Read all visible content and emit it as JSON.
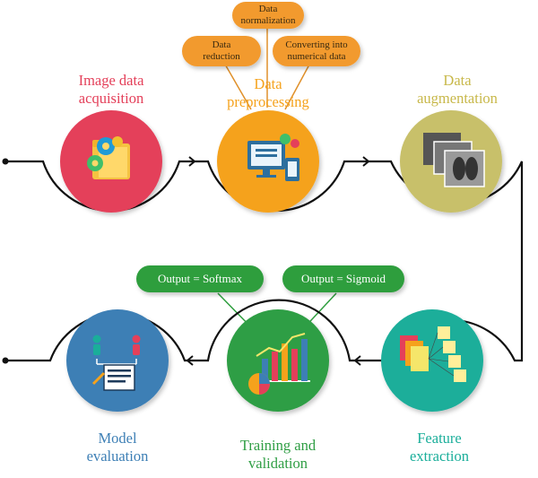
{
  "colors": {
    "line": "#111111",
    "acquisition": "#e4405a",
    "preprocessing": "#f5a21c",
    "augmentation": "#c8c06a",
    "feature": "#1aae9a",
    "training": "#2f9e44",
    "evaluation": "#3d7fb5",
    "bubble": "#f29a2e",
    "pill": "#2e9e3e"
  },
  "stages": {
    "acquisition": {
      "label": "Image data\nacquisition",
      "icon": "folder-gears-icon",
      "color": "#e4405a"
    },
    "preprocessing": {
      "label": "Data\npreprocessing",
      "icon": "computer-devices-icon",
      "color": "#f5a21c"
    },
    "augmentation": {
      "label": "Data\naugmentation",
      "icon": "chest-xray-stack-icon",
      "color": "#c8c06a"
    },
    "feature": {
      "label": "Feature\nextraction",
      "icon": "layered-maps-network-icon",
      "color": "#1aae9a"
    },
    "training": {
      "label": "Training and\nvalidation",
      "icon": "charts-analytics-icon",
      "color": "#2f9e44"
    },
    "evaluation": {
      "label": "Model\nevaluation",
      "icon": "people-report-icon",
      "color": "#3d7fb5"
    }
  },
  "preprocessing_steps": {
    "normalization": "Data\nnormalization",
    "reduction": "Data\nreduction",
    "conversion": "Converting into\nnumerical data"
  },
  "outputs": {
    "softmax": "Output = Softmax",
    "sigmoid": "Output = Sigmoid"
  }
}
